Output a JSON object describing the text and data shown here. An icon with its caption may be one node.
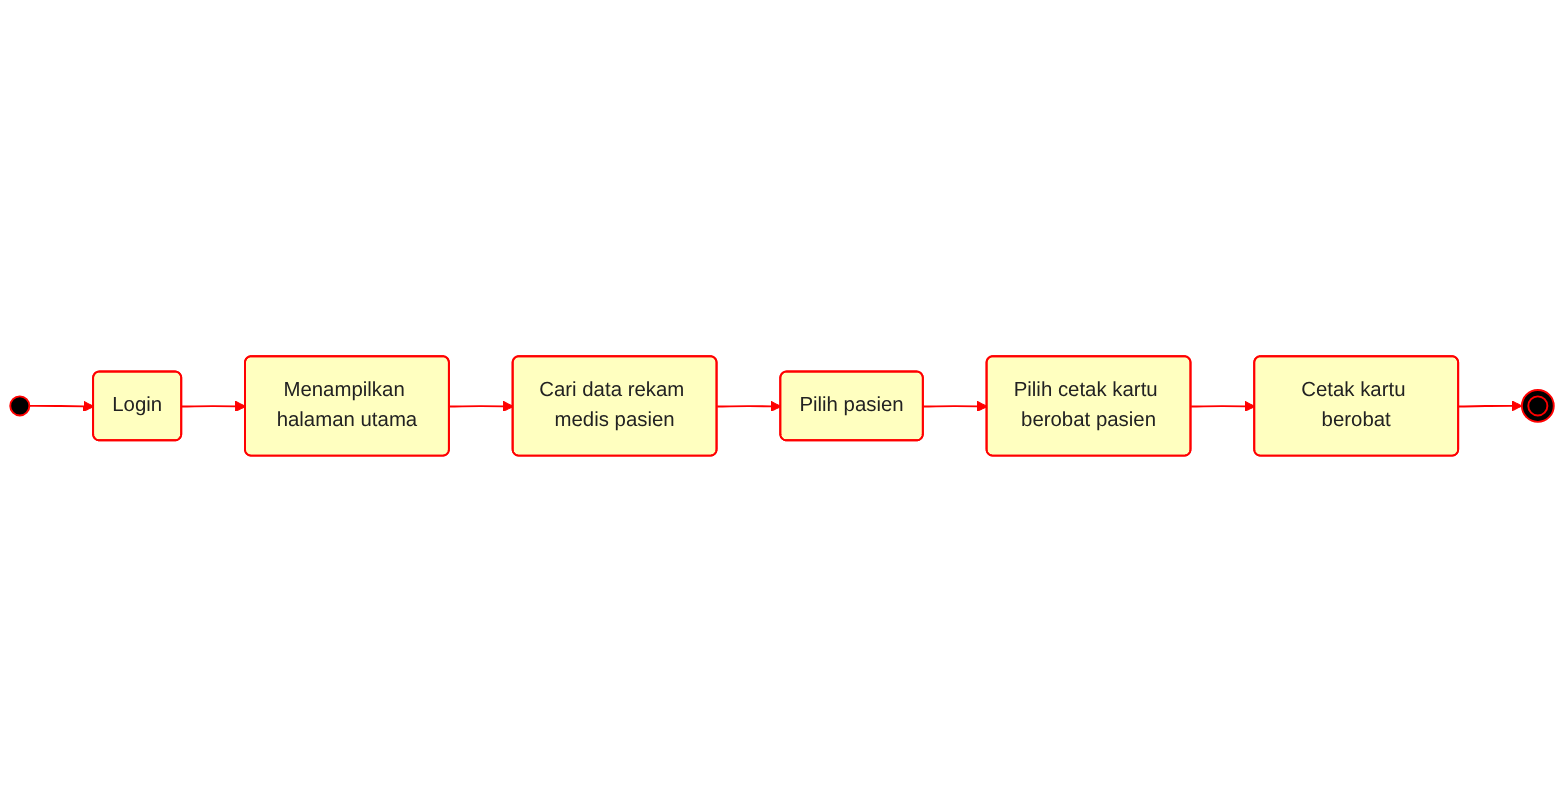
{
  "diagram": {
    "nodes": [
      {
        "text": [],
        "shape": "circle"
      },
      {
        "text": [
          "Login"
        ]
      },
      {
        "text": [
          "Menampilkan halaman utama"
        ]
      },
      {
        "text": [
          "Cari data rekam medis pasien"
        ]
      },
      {
        "text": [
          "Pilih pasien"
        ]
      },
      {
        "text": [
          "Pilih cetak kartu berobat pasien"
        ]
      },
      {
        "text": [
          "Cetak kartu berobat"
        ]
      },
      {
        "text": [],
        "shape": "circle"
      }
    ],
    "edges": [
      {
        "from": 0,
        "to": 1,
        "arrow": "to"
      },
      {
        "from": 1,
        "to": 2,
        "arrow": "to"
      },
      {
        "from": 2,
        "to": 3,
        "arrow": "to"
      },
      {
        "from": 3,
        "to": 4,
        "arrow": "to"
      },
      {
        "from": 4,
        "to": 5,
        "arrow": "to"
      },
      {
        "from": 5,
        "to": 6,
        "arrow": "to"
      },
      {
        "from": 6,
        "to": 7,
        "arrow": "to"
      }
    ]
  }
}
